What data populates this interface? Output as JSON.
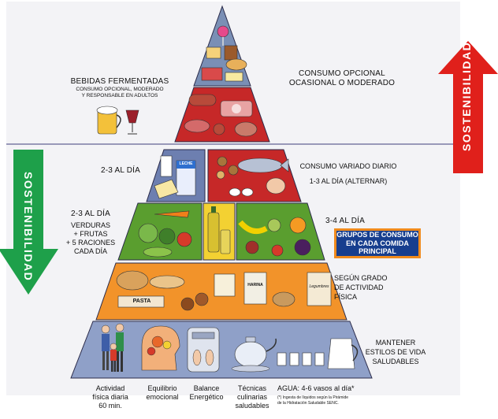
{
  "colors": {
    "tier_top": "#7a8fb5",
    "tier_red": "#c62828",
    "tier_dairy": "#6d7fb0",
    "tier_protein": "#c62828",
    "tier_green": "#5a9e2f",
    "tier_yellow": "#f3d132",
    "tier_orange": "#f2932a",
    "tier_base": "#8fa0c8",
    "arrow_red": "#e0201b",
    "arrow_green": "#1ea04a",
    "banner": "#173e8e",
    "banner_border": "#f08a1c"
  },
  "labels": {
    "fermented_title": "BEBIDAS FERMENTADAS",
    "fermented_sub_1": "CONSUMO OPCIONAL, MODERADO",
    "fermented_sub_2": "Y RESPONSABLE EN ADULTOS",
    "optional_1": "CONSUMO OPCIONAL",
    "optional_2": "OCASIONAL O MODERADO",
    "dairy_freq": "2-3  AL DÍA",
    "varied_1": "CONSUMO VARIADO DIARIO",
    "varied_2": "1-3  AL DÍA (ALTERNAR)",
    "veg_freq": "2-3  AL DÍA",
    "veg_1": "VERDURAS",
    "veg_2": "+ FRUTAS",
    "veg_3": "+ 5 RACIONES",
    "veg_4": "CADA DÍA",
    "oil_freq": "3-4  AL DÍA",
    "banner_1": "GRUPOS DE CONSUMO",
    "banner_2": "EN CADA COMIDA",
    "banner_3": "PRINCIPAL",
    "grain_1": "SEGÚN GRADO",
    "grain_2": "DE ACTIVIDAD",
    "grain_3": "FÍSICA",
    "habits_1": "MANTENER",
    "habits_2": "ESTILOS DE VIDA",
    "habits_3": "SALUDABLES",
    "sustainability": "SOSTENIBILIDAD"
  },
  "food_text": {
    "milk": "LECHE",
    "pasta": "PASTA",
    "flour": "HARINA",
    "legumes": "Legumbres"
  },
  "activities": {
    "a1_1": "Actividad",
    "a1_2": "física diaria",
    "a1_3": "60 min.",
    "a2_1": "Equilibrio",
    "a2_2": "emocional",
    "a3_1": "Balance",
    "a3_2": "Energético",
    "a4_1": "Técnicas",
    "a4_2": "culinarias",
    "a4_3": "saludables",
    "a5": "AGUA: 4-6 vasos al día*",
    "note_1": "(*) Ingesta de líquidos según la Pirámide",
    "note_2": "de la Hidratación Saludable SENC."
  },
  "icons": [
    "scale-icon",
    "brain-icon",
    "family-icon",
    "teapot-icon",
    "water-glass-icon",
    "water-jug-icon",
    "beer-mug-icon",
    "wine-glass-icon"
  ]
}
